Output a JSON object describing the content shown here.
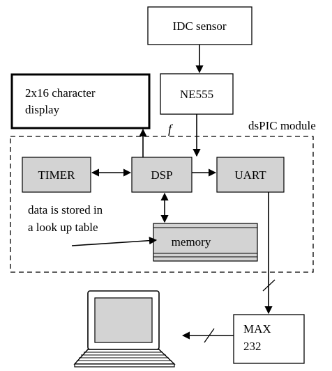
{
  "blocks": {
    "idc_sensor": "IDC sensor",
    "ne555": "NE555",
    "display_line1": "2x16 character",
    "display_line2": "display",
    "timer": "TIMER",
    "dsp": "DSP",
    "uart": "UART",
    "memory": "memory",
    "max_line1": "MAX",
    "max_line2": "232"
  },
  "labels": {
    "module": "dsPIC module",
    "freq": "f",
    "note_line1": "data is stored in",
    "note_line2": "a look up table"
  },
  "colors": {
    "block_fill": "#d3d3d3",
    "line": "#000000"
  }
}
